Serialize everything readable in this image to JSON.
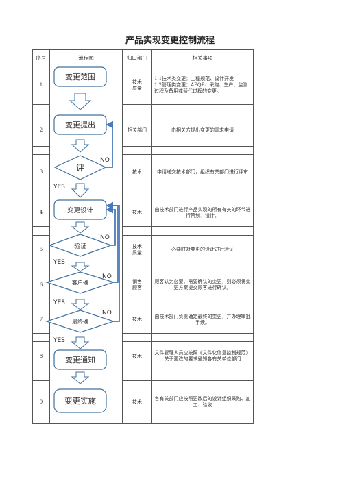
{
  "title": "产品实现变更控制流程",
  "header": {
    "seq": "序号",
    "diagram": "流程图",
    "dept": "归口部门",
    "desc": "相关事项"
  },
  "rows": [
    {
      "seq": "1",
      "step": "变更范围",
      "dept": "技术\n质量",
      "desc": "1.1技术类变更：工程规范、设计开发\n1.2管理类变更：APQP、采购、生产、监测过程及备用或替代过程的变更。"
    },
    {
      "seq": "2",
      "step": "变更提出",
      "dept": "相关部门",
      "desc": "由相关方提出变更的需求申请"
    },
    {
      "seq": "3",
      "step": "评",
      "dept": "技术",
      "desc": "申请递交技术部门，组织有关部门进行评审"
    },
    {
      "seq": "4",
      "step": "变更设计",
      "dept": "技术",
      "desc": "由技术部门进行产品实现的所有有关的环节进行策划、设计。"
    },
    {
      "seq": "5",
      "step": "验证",
      "dept": "技术\n质量",
      "desc": "必要时对变更的设计进行验证"
    },
    {
      "seq": "6",
      "step": "客户确",
      "dept": "销售\n顾客",
      "desc": "顾客认为必要、需要确认的变更，则必须将变更方案提交顾客进行确认。"
    },
    {
      "seq": "7",
      "step": "最终确",
      "dept": "技术",
      "desc": "由技术部门负责确定最终的变更，并办理审批手续。"
    },
    {
      "seq": "8",
      "step": "变更通知",
      "dept": "技术",
      "desc": "文件管理人员应按照《文件化信息控制规范》关于更改的要求通知各有关单位部门"
    },
    {
      "seq": "9",
      "step": "变更实施",
      "dept": "技术",
      "desc": "各有关部门应按照更改后的设计组织采购、加工、验收"
    }
  ],
  "labels": {
    "yes": "YES",
    "no": "NO"
  }
}
